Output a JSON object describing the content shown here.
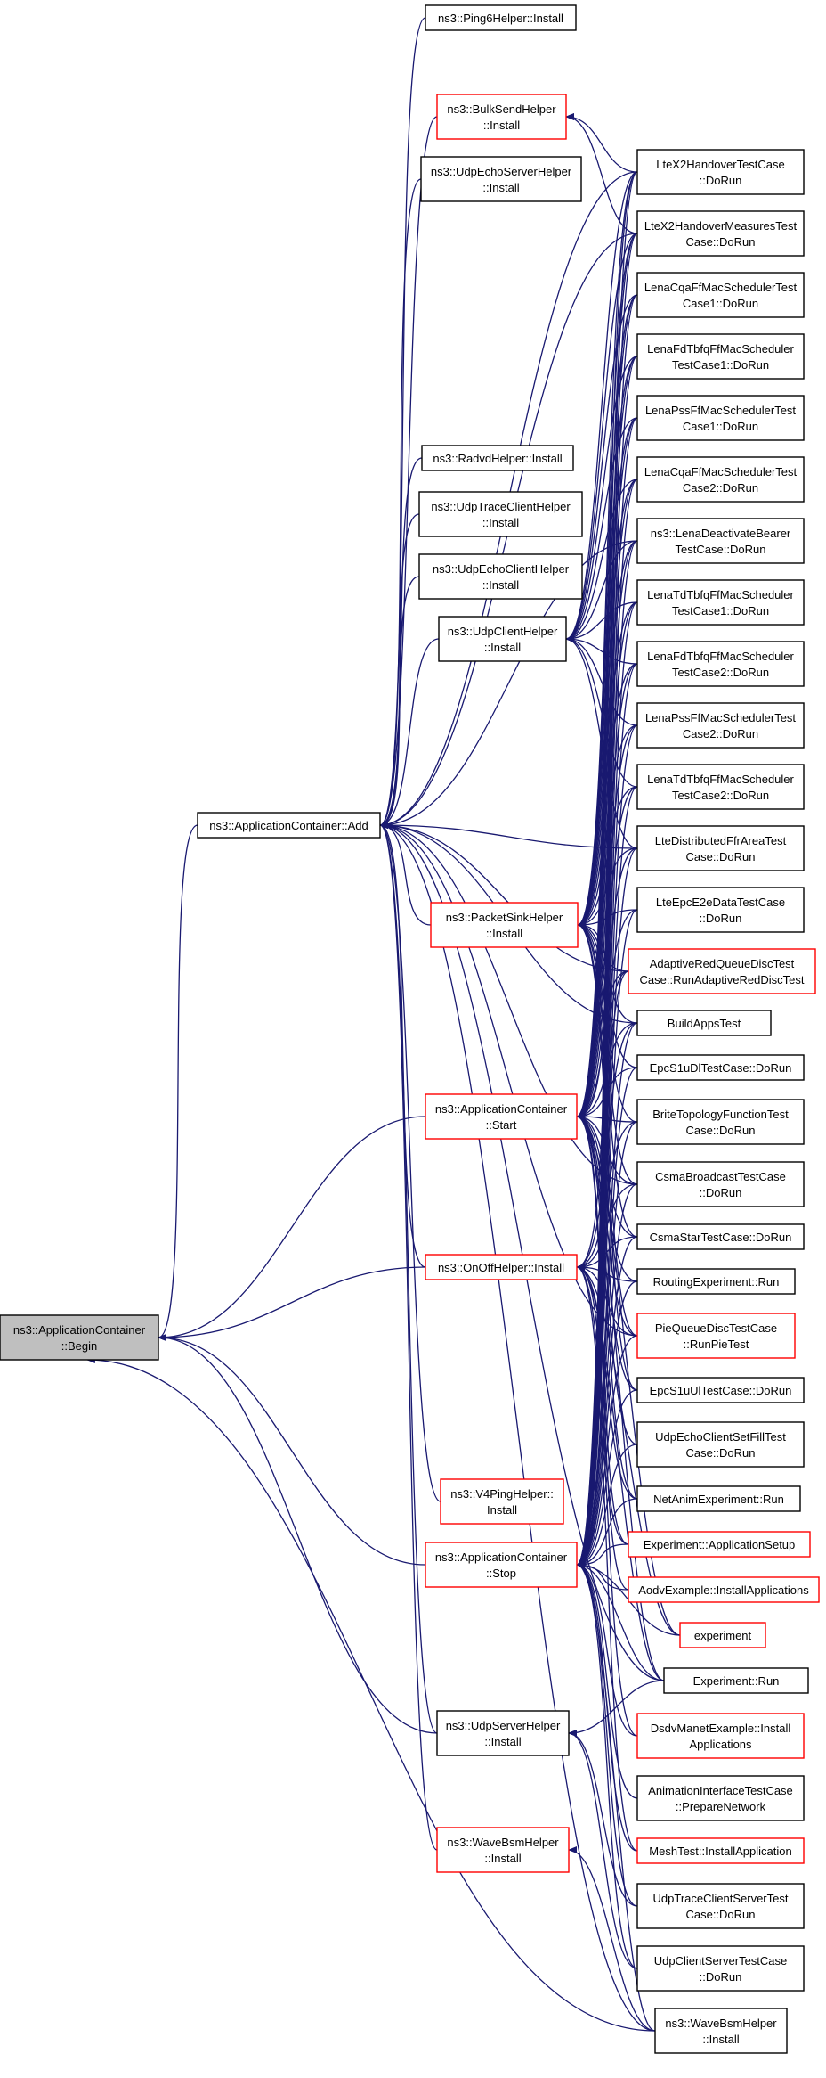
{
  "colors": {
    "edge": "#191970",
    "border_normal": "#000000",
    "border_truncated": "#ff0000",
    "root_fill": "#bfbfbf",
    "background": "#ffffff"
  },
  "nodes": [
    {
      "id": "root",
      "lines": [
        "ns3::ApplicationContainer",
        "::Begin"
      ],
      "style": "root"
    },
    {
      "id": "add",
      "lines": [
        "ns3::ApplicationContainer::Add"
      ],
      "style": "normal"
    },
    {
      "id": "start",
      "lines": [
        "ns3::ApplicationContainer",
        "::Start"
      ],
      "style": "truncated"
    },
    {
      "id": "onoff",
      "lines": [
        "ns3::OnOffHelper::Install"
      ],
      "style": "truncated"
    },
    {
      "id": "v4ping",
      "lines": [
        "ns3::V4PingHelper::",
        "Install"
      ],
      "style": "truncated"
    },
    {
      "id": "stop",
      "lines": [
        "ns3::ApplicationContainer",
        "::Stop"
      ],
      "style": "truncated"
    },
    {
      "id": "udpserver",
      "lines": [
        "ns3::UdpServerHelper",
        "::Install"
      ],
      "style": "normal"
    },
    {
      "id": "wavebsm1",
      "lines": [
        "ns3::WaveBsmHelper",
        "::Install"
      ],
      "style": "truncated"
    },
    {
      "id": "ping6",
      "lines": [
        "ns3::Ping6Helper::Install"
      ],
      "style": "normal"
    },
    {
      "id": "bulksend",
      "lines": [
        "ns3::BulkSendHelper",
        "::Install"
      ],
      "style": "truncated"
    },
    {
      "id": "udpechoserver",
      "lines": [
        "ns3::UdpEchoServerHelper",
        "::Install"
      ],
      "style": "normal"
    },
    {
      "id": "radvd",
      "lines": [
        "ns3::RadvdHelper::Install"
      ],
      "style": "normal"
    },
    {
      "id": "udptraceclient",
      "lines": [
        "ns3::UdpTraceClientHelper",
        "::Install"
      ],
      "style": "normal"
    },
    {
      "id": "udpechoclient",
      "lines": [
        "ns3::UdpEchoClientHelper",
        "::Install"
      ],
      "style": "normal"
    },
    {
      "id": "udpclient",
      "lines": [
        "ns3::UdpClientHelper",
        "::Install"
      ],
      "style": "normal"
    },
    {
      "id": "packetsink",
      "lines": [
        "ns3::PacketSinkHelper",
        "::Install"
      ],
      "style": "truncated"
    },
    {
      "id": "ltex2handover",
      "lines": [
        "LteX2HandoverTestCase",
        "::DoRun"
      ],
      "style": "normal"
    },
    {
      "id": "ltex2measures",
      "lines": [
        "LteX2HandoverMeasuresTest",
        "Case::DoRun"
      ],
      "style": "normal"
    },
    {
      "id": "lenacqa1",
      "lines": [
        "LenaCqaFfMacSchedulerTest",
        "Case1::DoRun"
      ],
      "style": "normal"
    },
    {
      "id": "lenafdtbfq1",
      "lines": [
        "LenaFdTbfqFfMacScheduler",
        "TestCase1::DoRun"
      ],
      "style": "normal"
    },
    {
      "id": "lenapss1",
      "lines": [
        "LenaPssFfMacSchedulerTest",
        "Case1::DoRun"
      ],
      "style": "normal"
    },
    {
      "id": "lenacqa2",
      "lines": [
        "LenaCqaFfMacSchedulerTest",
        "Case2::DoRun"
      ],
      "style": "normal"
    },
    {
      "id": "lenadeactivate",
      "lines": [
        "ns3::LenaDeactivateBearer",
        "TestCase::DoRun"
      ],
      "style": "normal"
    },
    {
      "id": "lenatdtbfq1",
      "lines": [
        "LenaTdTbfqFfMacScheduler",
        "TestCase1::DoRun"
      ],
      "style": "normal"
    },
    {
      "id": "lenafdtbfq2",
      "lines": [
        "LenaFdTbfqFfMacScheduler",
        "TestCase2::DoRun"
      ],
      "style": "normal"
    },
    {
      "id": "lenapss2",
      "lines": [
        "LenaPssFfMacSchedulerTest",
        "Case2::DoRun"
      ],
      "style": "normal"
    },
    {
      "id": "lenatdtbfq2",
      "lines": [
        "LenaTdTbfqFfMacScheduler",
        "TestCase2::DoRun"
      ],
      "style": "normal"
    },
    {
      "id": "ltedistributed",
      "lines": [
        "LteDistributedFfrAreaTest",
        "Case::DoRun"
      ],
      "style": "normal"
    },
    {
      "id": "lteepce2e",
      "lines": [
        "LteEpcE2eDataTestCase",
        "::DoRun"
      ],
      "style": "normal"
    },
    {
      "id": "adaptivered",
      "lines": [
        "AdaptiveRedQueueDiscTest",
        "Case::RunAdaptiveRedDiscTest"
      ],
      "style": "truncated"
    },
    {
      "id": "buildapps",
      "lines": [
        "BuildAppsTest"
      ],
      "style": "normal"
    },
    {
      "id": "epcs1udl",
      "lines": [
        "EpcS1uDlTestCase::DoRun"
      ],
      "style": "normal"
    },
    {
      "id": "britetopology",
      "lines": [
        "BriteTopologyFunctionTest",
        "Case::DoRun"
      ],
      "style": "normal"
    },
    {
      "id": "csmabroadcast",
      "lines": [
        "CsmaBroadcastTestCase",
        "::DoRun"
      ],
      "style": "normal"
    },
    {
      "id": "csmastar",
      "lines": [
        "CsmaStarTestCase::DoRun"
      ],
      "style": "normal"
    },
    {
      "id": "routingexp",
      "lines": [
        "RoutingExperiment::Run"
      ],
      "style": "normal"
    },
    {
      "id": "piequeue",
      "lines": [
        "PieQueueDiscTestCase",
        "::RunPieTest"
      ],
      "style": "truncated"
    },
    {
      "id": "epcs1uul",
      "lines": [
        "EpcS1uUlTestCase::DoRun"
      ],
      "style": "normal"
    },
    {
      "id": "udpechoclientsetfill",
      "lines": [
        "UdpEchoClientSetFillTest",
        "Case::DoRun"
      ],
      "style": "normal"
    },
    {
      "id": "netanim",
      "lines": [
        "NetAnimExperiment::Run"
      ],
      "style": "normal"
    },
    {
      "id": "expappsetup",
      "lines": [
        "Experiment::ApplicationSetup"
      ],
      "style": "truncated"
    },
    {
      "id": "aodvexample",
      "lines": [
        "AodvExample::InstallApplications"
      ],
      "style": "truncated"
    },
    {
      "id": "experiment",
      "lines": [
        "experiment"
      ],
      "style": "truncated"
    },
    {
      "id": "exprun",
      "lines": [
        "Experiment::Run"
      ],
      "style": "normal"
    },
    {
      "id": "dsdvmanet",
      "lines": [
        "DsdvManetExample::Install",
        "Applications"
      ],
      "style": "truncated"
    },
    {
      "id": "animiface",
      "lines": [
        "AnimationInterfaceTestCase",
        "::PrepareNetwork"
      ],
      "style": "normal"
    },
    {
      "id": "meshtest",
      "lines": [
        "MeshTest::InstallApplication"
      ],
      "style": "truncated"
    },
    {
      "id": "udptraceclientserver",
      "lines": [
        "UdpTraceClientServerTest",
        "Case::DoRun"
      ],
      "style": "normal"
    },
    {
      "id": "udpclientserver",
      "lines": [
        "UdpClientServerTestCase",
        "::DoRun"
      ],
      "style": "normal"
    },
    {
      "id": "wavebsm2",
      "lines": [
        "ns3::WaveBsmHelper",
        "::Install"
      ],
      "style": "normal"
    }
  ],
  "edges": [
    [
      "add",
      "root"
    ],
    [
      "start",
      "root"
    ],
    [
      "onoff",
      "root"
    ],
    [
      "stop",
      "root"
    ],
    [
      "udpserver",
      "root"
    ],
    [
      "ping6",
      "add"
    ],
    [
      "bulksend",
      "add"
    ],
    [
      "udpechoserver",
      "add"
    ],
    [
      "radvd",
      "add"
    ],
    [
      "udptraceclient",
      "add"
    ],
    [
      "udpechoclient",
      "add"
    ],
    [
      "udpclient",
      "add"
    ],
    [
      "packetsink",
      "add"
    ],
    [
      "onoff",
      "add"
    ],
    [
      "v4ping",
      "add"
    ],
    [
      "udpserver",
      "add"
    ],
    [
      "wavebsm1",
      "add"
    ],
    [
      "ltex2handover",
      "add"
    ],
    [
      "ltex2measures",
      "add"
    ],
    [
      "lenadeactivate",
      "add"
    ],
    [
      "ltedistributed",
      "add"
    ],
    [
      "adaptivered",
      "add"
    ],
    [
      "buildapps",
      "add"
    ],
    [
      "csmabroadcast",
      "add"
    ],
    [
      "piequeue",
      "add"
    ],
    [
      "exprun",
      "add"
    ],
    [
      "wavebsm2",
      "add"
    ],
    [
      "ltex2handover",
      "bulksend"
    ],
    [
      "ltex2measures",
      "bulksend"
    ],
    [
      "lenacqa1",
      "udpclient"
    ],
    [
      "lenafdtbfq1",
      "udpclient"
    ],
    [
      "lenapss1",
      "udpclient"
    ],
    [
      "lenacqa2",
      "udpclient"
    ],
    [
      "lenadeactivate",
      "udpclient"
    ],
    [
      "lenatdtbfq1",
      "udpclient"
    ],
    [
      "lenafdtbfq2",
      "udpclient"
    ],
    [
      "lenapss2",
      "udpclient"
    ],
    [
      "lenatdtbfq2",
      "udpclient"
    ],
    [
      "ltedistributed",
      "udpclient"
    ],
    [
      "ltex2handover",
      "udpclient"
    ],
    [
      "ltex2measures",
      "udpclient"
    ],
    [
      "ltex2handover",
      "packetsink"
    ],
    [
      "ltex2measures",
      "packetsink"
    ],
    [
      "lenacqa1",
      "packetsink"
    ],
    [
      "lenafdtbfq1",
      "packetsink"
    ],
    [
      "lenapss1",
      "packetsink"
    ],
    [
      "lenacqa2",
      "packetsink"
    ],
    [
      "lenadeactivate",
      "packetsink"
    ],
    [
      "lenatdtbfq1",
      "packetsink"
    ],
    [
      "lenafdtbfq2",
      "packetsink"
    ],
    [
      "lenapss2",
      "packetsink"
    ],
    [
      "lenatdtbfq2",
      "packetsink"
    ],
    [
      "ltedistributed",
      "packetsink"
    ],
    [
      "lteepce2e",
      "packetsink"
    ],
    [
      "adaptivered",
      "packetsink"
    ],
    [
      "buildapps",
      "packetsink"
    ],
    [
      "epcs1udl",
      "packetsink"
    ],
    [
      "britetopology",
      "packetsink"
    ],
    [
      "csmabroadcast",
      "packetsink"
    ],
    [
      "csmastar",
      "packetsink"
    ],
    [
      "piequeue",
      "packetsink"
    ],
    [
      "epcs1uul",
      "packetsink"
    ],
    [
      "ltex2handover",
      "start"
    ],
    [
      "ltex2measures",
      "start"
    ],
    [
      "lenacqa1",
      "start"
    ],
    [
      "lenafdtbfq1",
      "start"
    ],
    [
      "lenapss1",
      "start"
    ],
    [
      "lenacqa2",
      "start"
    ],
    [
      "lenadeactivate",
      "start"
    ],
    [
      "lenatdtbfq1",
      "start"
    ],
    [
      "lenafdtbfq2",
      "start"
    ],
    [
      "lenapss2",
      "start"
    ],
    [
      "lenatdtbfq2",
      "start"
    ],
    [
      "ltedistributed",
      "start"
    ],
    [
      "lteepce2e",
      "start"
    ],
    [
      "adaptivered",
      "start"
    ],
    [
      "buildapps",
      "start"
    ],
    [
      "epcs1udl",
      "start"
    ],
    [
      "britetopology",
      "start"
    ],
    [
      "csmabroadcast",
      "start"
    ],
    [
      "csmastar",
      "start"
    ],
    [
      "routingexp",
      "start"
    ],
    [
      "piequeue",
      "start"
    ],
    [
      "epcs1uul",
      "start"
    ],
    [
      "udpechoclientsetfill",
      "start"
    ],
    [
      "netanim",
      "start"
    ],
    [
      "expappsetup",
      "start"
    ],
    [
      "aodvexample",
      "start"
    ],
    [
      "experiment",
      "start"
    ],
    [
      "exprun",
      "start"
    ],
    [
      "adaptivered",
      "onoff"
    ],
    [
      "buildapps",
      "onoff"
    ],
    [
      "britetopology",
      "onoff"
    ],
    [
      "csmabroadcast",
      "onoff"
    ],
    [
      "csmastar",
      "onoff"
    ],
    [
      "routingexp",
      "onoff"
    ],
    [
      "piequeue",
      "onoff"
    ],
    [
      "netanim",
      "onoff"
    ],
    [
      "expappsetup",
      "onoff"
    ],
    [
      "experiment",
      "onoff"
    ],
    [
      "exprun",
      "onoff"
    ],
    [
      "dsdvmanet",
      "onoff"
    ],
    [
      "meshtest",
      "onoff"
    ],
    [
      "ltex2handover",
      "stop"
    ],
    [
      "ltex2measures",
      "stop"
    ],
    [
      "lenacqa1",
      "stop"
    ],
    [
      "lenafdtbfq1",
      "stop"
    ],
    [
      "lenapss1",
      "stop"
    ],
    [
      "lenacqa2",
      "stop"
    ],
    [
      "lenadeactivate",
      "stop"
    ],
    [
      "lenatdtbfq1",
      "stop"
    ],
    [
      "lenafdtbfq2",
      "stop"
    ],
    [
      "lenapss2",
      "stop"
    ],
    [
      "lenatdtbfq2",
      "stop"
    ],
    [
      "ltedistributed",
      "stop"
    ],
    [
      "lteepce2e",
      "stop"
    ],
    [
      "adaptivered",
      "stop"
    ],
    [
      "buildapps",
      "stop"
    ],
    [
      "epcs1udl",
      "stop"
    ],
    [
      "britetopology",
      "stop"
    ],
    [
      "csmabroadcast",
      "stop"
    ],
    [
      "csmastar",
      "stop"
    ],
    [
      "routingexp",
      "stop"
    ],
    [
      "piequeue",
      "stop"
    ],
    [
      "epcs1uul",
      "stop"
    ],
    [
      "udpechoclientsetfill",
      "stop"
    ],
    [
      "netanim",
      "stop"
    ],
    [
      "expappsetup",
      "stop"
    ],
    [
      "aodvexample",
      "stop"
    ],
    [
      "experiment",
      "stop"
    ],
    [
      "exprun",
      "stop"
    ],
    [
      "dsdvmanet",
      "stop"
    ],
    [
      "animiface",
      "stop"
    ],
    [
      "meshtest",
      "stop"
    ],
    [
      "udptraceclientserver",
      "stop"
    ],
    [
      "udpclientserver",
      "stop"
    ],
    [
      "wavebsm2",
      "stop"
    ],
    [
      "exprun",
      "udpserver"
    ],
    [
      "udptraceclientserver",
      "udpserver"
    ],
    [
      "udpclientserver",
      "udpserver"
    ],
    [
      "wavebsm2",
      "wavebsm1"
    ],
    [
      "wavebsm2",
      "root"
    ]
  ]
}
